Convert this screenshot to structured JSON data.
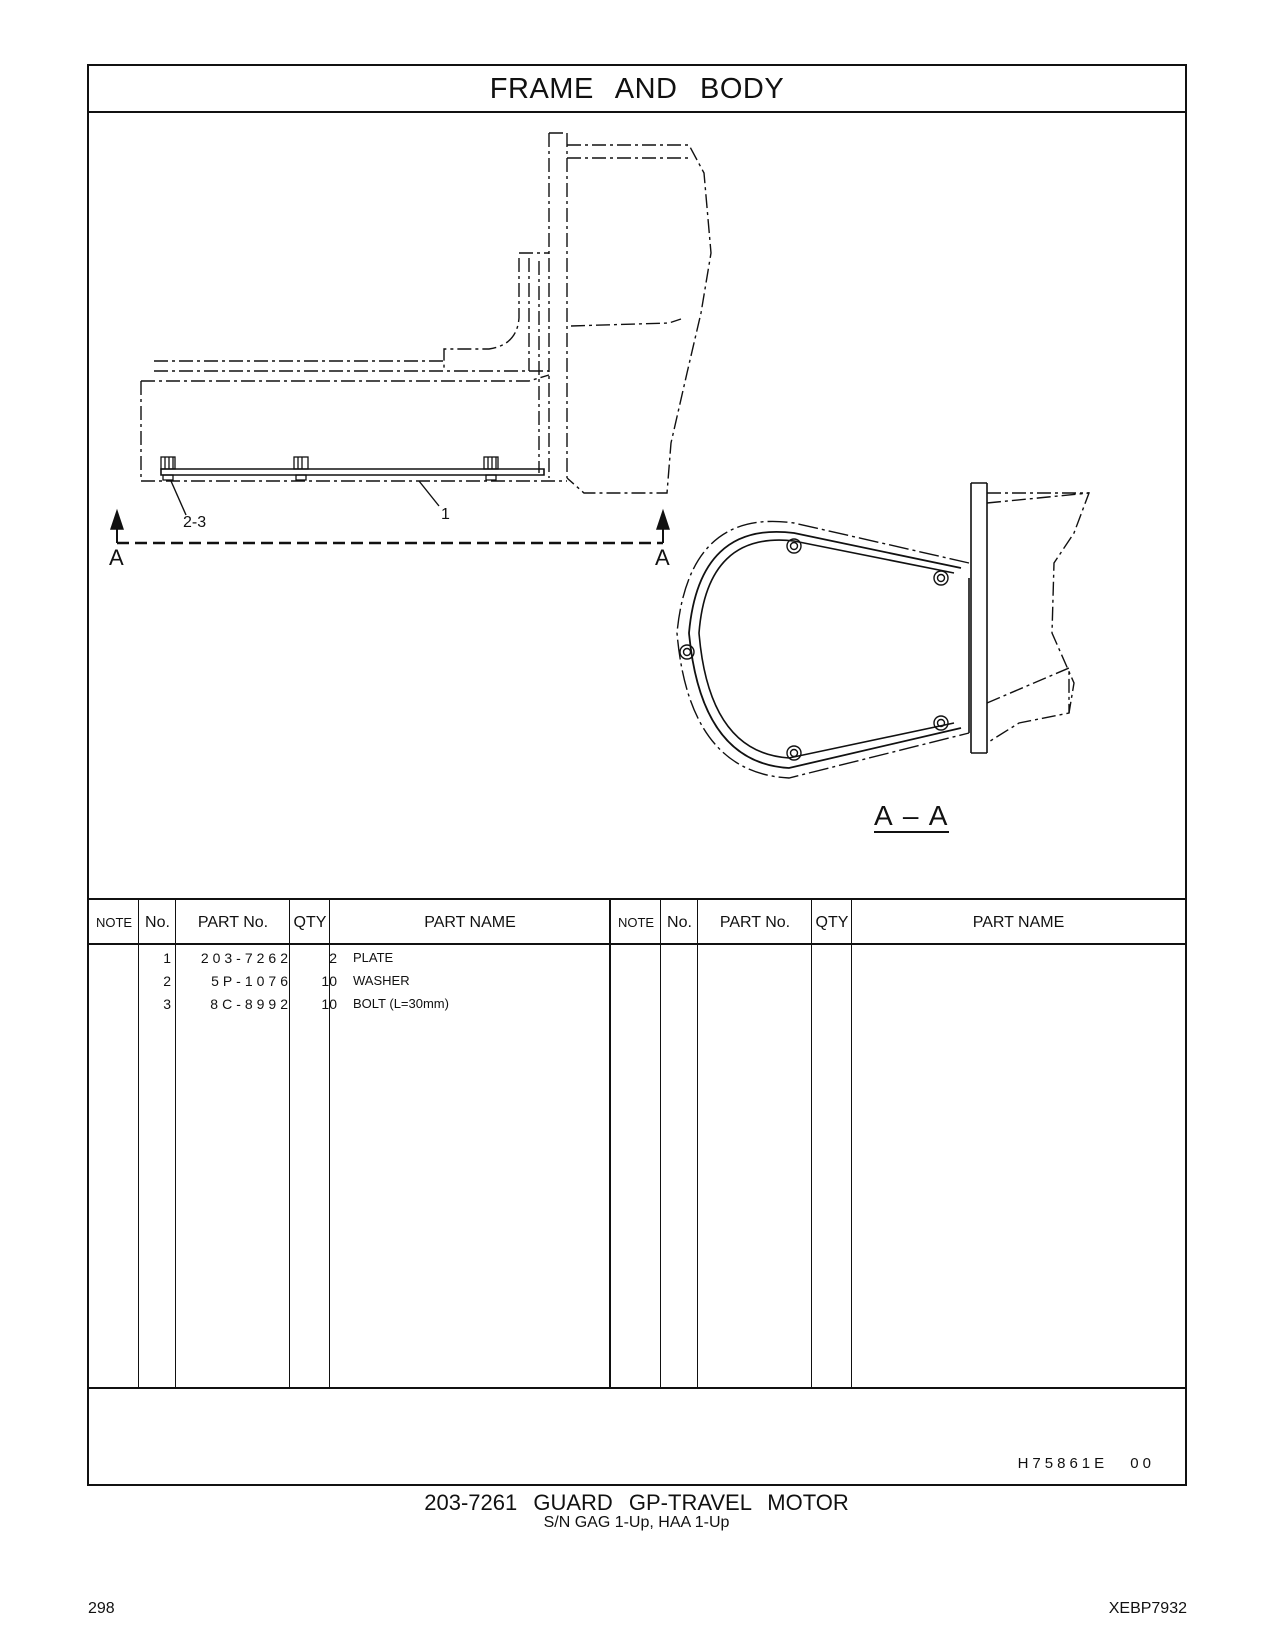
{
  "header": {
    "title": "FRAME AND BODY"
  },
  "drawing": {
    "callouts": {
      "item_1": "1",
      "item_2_3": "2-3",
      "section_left": "A",
      "section_right": "A"
    },
    "section_title": "A – A"
  },
  "table": {
    "columns": {
      "note": "NOTE",
      "no": "No.",
      "part_no": "PART No.",
      "qty": "QTY",
      "part_name": "PART NAME"
    },
    "rows": [
      {
        "no": "1",
        "part_no": "203-7262",
        "qty": "2",
        "name": "PLATE"
      },
      {
        "no": "2",
        "part_no": "5P-1076",
        "qty": "10",
        "name": "WASHER"
      },
      {
        "no": "3",
        "part_no": "8C-8992",
        "qty": "10",
        "name": "BOLT (L=30mm)"
      }
    ],
    "drawing_code": "H75861E 00"
  },
  "footer": {
    "group_title": "203-7261 GUARD GP-TRAVEL MOTOR",
    "serial": "S/N GAG 1-Up, HAA 1-Up",
    "page_number": "298",
    "doc_id": "XEBP7932"
  }
}
